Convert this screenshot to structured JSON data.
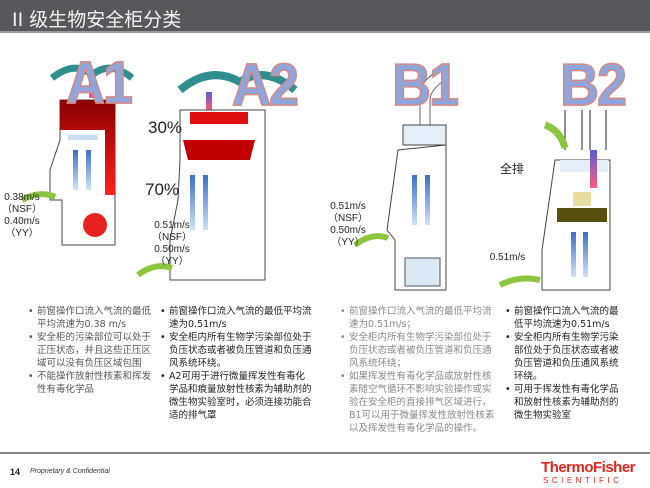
{
  "header": {
    "title": "II 级生物安全柜分类"
  },
  "cabinets": [
    {
      "name": "A1",
      "labels": [
        "0.38m/s",
        "（NSF）",
        "0.40m/s",
        "（YY）"
      ]
    },
    {
      "name": "A2",
      "labels": [
        "0.51m/s",
        "（NSF）",
        "0.50m/s",
        "（YY）"
      ]
    },
    {
      "name": "B1",
      "labels": [
        "0.51m/s",
        "（NSF）",
        "0.50m/s",
        "（YY）"
      ]
    },
    {
      "name": "B2",
      "labels": [
        "0.51m/s"
      ],
      "note": "全排"
    }
  ],
  "percent": {
    "exhaust": "30%",
    "recirc": "70%"
  },
  "columns": [
    [
      "前窗操作口流入气流的最低平均流速为0.38 m/s",
      "安全柜的污染部位可以处于正压状态，并且这些正压区域可以没有负压区域包围",
      "不能操作放射性核素和挥发性有毒化学品"
    ],
    [
      "前窗操作口流入气流的最低平均流速为0.51m/s",
      "安全柜内所有生物学污染部位处于负压状态或者被负压管道和负压通风系统环绕。",
      "A2可用于进行微量挥发性有毒化学品和痕量放射性核素为辅助剂的微生物实验室时，必须连接功能合适的排气罩"
    ],
    [
      "前窗操作口流入气流的最低平均流速为0.51m/s；",
      "安全柜内所有生物学污染部位处于负压状态或者被负压管道和负压通风系统环绕；",
      "如果挥发性有毒化学品或放射性核素随空气循环不影响实验操作或实验在安全柜的直接排气区域进行，B1可以用于微量挥发性放射性核素以及挥发性有毒化学品的操作。"
    ],
    [
      "前窗操作口流入气流的最低平均流速为0.51m/s",
      "安全柜内所有生物学污染部位处于负压状态或者被负压管道和负压通风系统环绕。",
      "可用于挥发性有毒化学品和放射性核素为辅助剂的微生物实验室"
    ]
  ],
  "footer": {
    "page": "14",
    "confidential": "Proprietary & Confidential",
    "logo_top": "ThermoFisher",
    "logo_bottom": "SCIENTIFIC"
  },
  "colors": {
    "header": "#58585a",
    "brand": "#e1251b",
    "letters": "#8ea6dc"
  }
}
